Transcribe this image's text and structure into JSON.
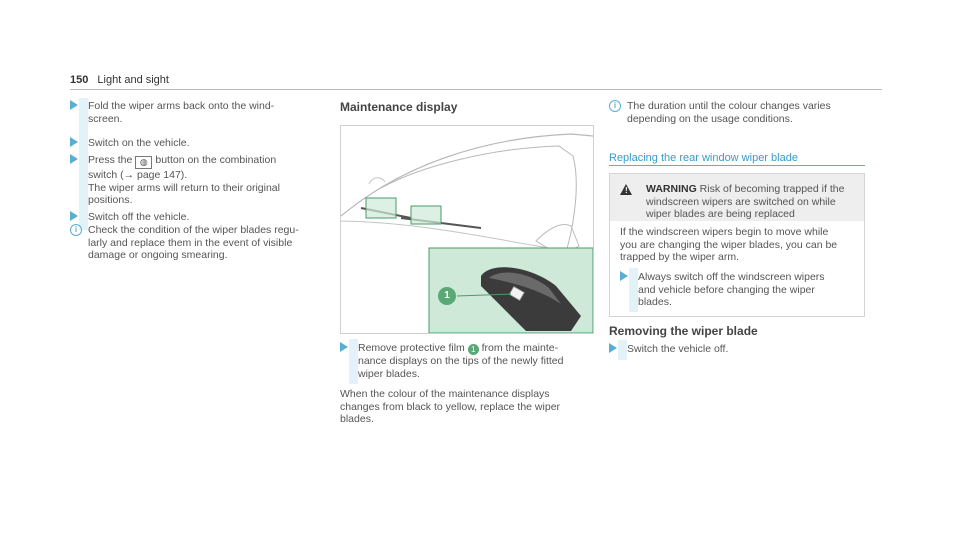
{
  "header": {
    "page_number": "150",
    "section": "Light and sight"
  },
  "left_column": {
    "step1": "Fold the wiper arms back onto the wind-\nscreen.",
    "step2": "Switch on the vehicle.",
    "step3_before": "Press the",
    "step3_key": "wiper-button-icon",
    "step3_after": "button on the combination\nswitch (→ page 147).\nThe wiper arms will return to their original\npositions.",
    "step4": "Switch off the vehicle.",
    "note": "Check the condition of the wiper blades regu-\nlarly and replace them in the event of visible\ndamage or ongoing smearing."
  },
  "middle_column": {
    "title": "Maintenance display",
    "figure_callout": "1",
    "step_before": "Remove protective film",
    "step_callout": "1",
    "step_after": "from the mainte-\nnance displays on the tips of the newly fitted\nwiper blades.",
    "body": "When the colour of the maintenance displays\nchanges from black to yellow, replace the wiper\nblades."
  },
  "right_column": {
    "note": "The duration until the colour changes varies\ndepending on the usage conditions.",
    "subtitle": "Replacing the rear window wiper blade",
    "warning_label": "WARNING",
    "warning_text_first": "Risk of becoming trapped if the",
    "warning_text_rest": "windscreen wipers are switched on while\nwiper blades are being replaced",
    "warning_body": "If the windscreen wipers begin to move while\nyou are changing the wiper blades, you can be\ntrapped by the wiper arm.",
    "warning_step": "Always switch off the windscreen wipers\nand vehicle before changing the wiper\nblades.",
    "removing_title": "Removing the wiper blade",
    "removing_step": "Switch the vehicle off."
  },
  "colors": {
    "accent": "#5aaed2",
    "highlight": "#e2f2f8",
    "figure_green": "#cfe9d8"
  }
}
